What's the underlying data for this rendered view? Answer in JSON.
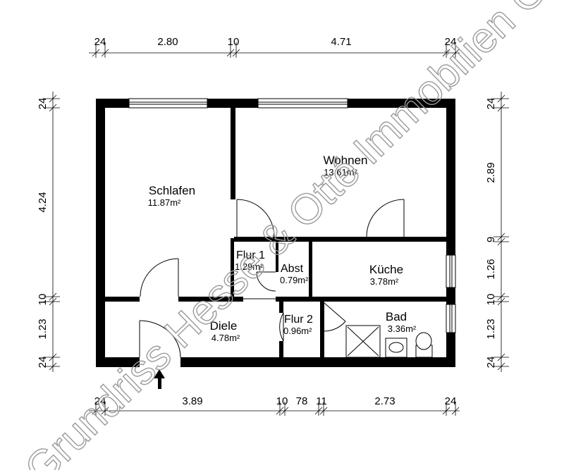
{
  "dimensions": {
    "top": [
      "24",
      "2.80",
      "10",
      "4.71",
      "24"
    ],
    "bottom": [
      "24",
      "3.89",
      "10",
      "78",
      "11",
      "2.73",
      "24"
    ],
    "left": [
      "24",
      "4.24",
      "10",
      "1.23",
      "24"
    ],
    "right": [
      "24",
      "2.89",
      "9",
      "1.26",
      "10",
      "1.23",
      "24"
    ]
  },
  "rooms": {
    "schlafen": {
      "name": "Schlafen",
      "area": "11.87m²"
    },
    "wohnen": {
      "name": "Wohnen",
      "area": "13.61m²"
    },
    "flur1": {
      "name": "Flur 1",
      "area": "1.29m²"
    },
    "abst": {
      "name": "Abst",
      "area": "0.79m²"
    },
    "kueche": {
      "name": "Küche",
      "area": "3.78m²"
    },
    "diele": {
      "name": "Diele",
      "area": "4.78m²"
    },
    "flur2": {
      "name": "Flur 2",
      "area": "0.96m²"
    },
    "bad": {
      "name": "Bad",
      "area": "3.36m²"
    }
  },
  "watermark": "Grundriss Hesse & Otté Immobilien GbR",
  "colors": {
    "walls": "#000000",
    "watermark": "#9a9a9a"
  },
  "icons": {
    "entrance": "entrance-arrow-icon"
  }
}
